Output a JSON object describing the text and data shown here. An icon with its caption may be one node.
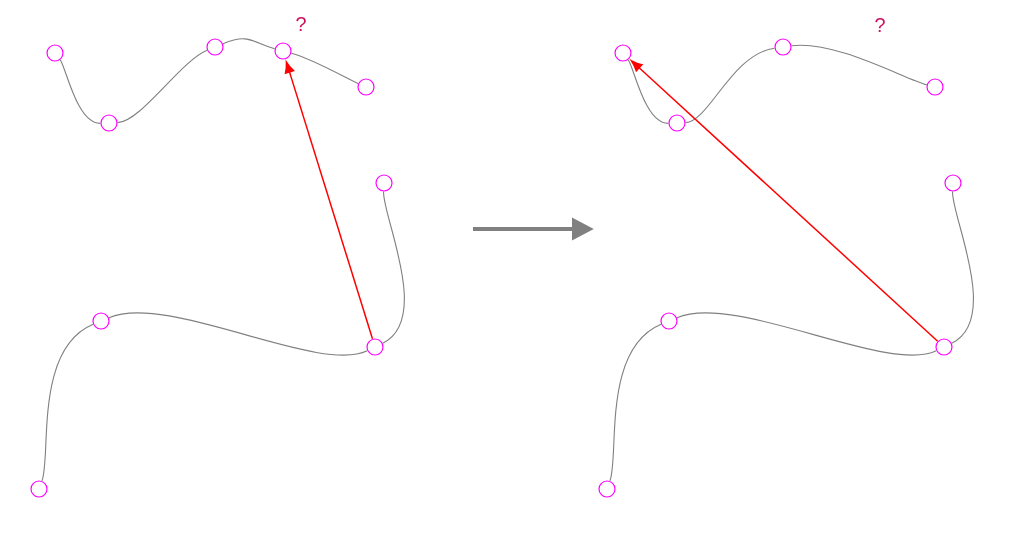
{
  "diagram": {
    "nodes": [
      {
        "text": [],
        "shape": "circle"
      },
      {
        "text": [],
        "shape": "circle"
      },
      {
        "text": [],
        "shape": "circle"
      },
      {
        "text": [],
        "shape": "circle"
      },
      {
        "text": [],
        "shape": "circle"
      },
      {
        "text": [],
        "shape": "circle",
        "beside": [
          "?"
        ]
      },
      {
        "text": [],
        "shape": "circle"
      },
      {
        "text": [],
        "shape": "circle"
      },
      {
        "text": [],
        "shape": "circle"
      },
      {
        "text": [],
        "shape": "circle"
      },
      {
        "text": [],
        "shape": "circle"
      },
      {
        "text": [],
        "shape": "circle"
      },
      {
        "text": [],
        "shape": "circle"
      },
      {
        "text": [],
        "shape": "circle"
      },
      {
        "text": [],
        "shape": "circle"
      },
      {
        "text": [],
        "shape": "circle"
      },
      {
        "text": [],
        "shape": "circle"
      }
    ],
    "edges": [
      {
        "from": 1,
        "to": 3,
        "arrow": "none"
      },
      {
        "from": 3,
        "to": 4,
        "arrow": "none"
      },
      {
        "from": 4,
        "to": 5,
        "arrow": "none"
      },
      {
        "from": 5,
        "to": 6,
        "arrow": "none"
      },
      {
        "from": 8,
        "to": 7,
        "arrow": "none"
      },
      {
        "from": 7,
        "to": 2,
        "arrow": "none"
      },
      {
        "from": 2,
        "to": 0,
        "arrow": "none"
      },
      {
        "from": 7,
        "to": 5,
        "arrow": "to",
        "color": "#ff0000"
      },
      {
        "from": 10,
        "to": 12,
        "arrow": "none"
      },
      {
        "from": 12,
        "to": 13,
        "arrow": "none"
      },
      {
        "from": 13,
        "to": 14,
        "arrow": "none"
      },
      {
        "from": 16,
        "to": 15,
        "arrow": "none"
      },
      {
        "from": 15,
        "to": 11,
        "arrow": "none"
      },
      {
        "from": 11,
        "to": 9,
        "arrow": "none"
      },
      {
        "from": 15,
        "to": 10,
        "arrow": "to",
        "color": "#ff0000"
      }
    ],
    "labels": [
      "?"
    ]
  }
}
